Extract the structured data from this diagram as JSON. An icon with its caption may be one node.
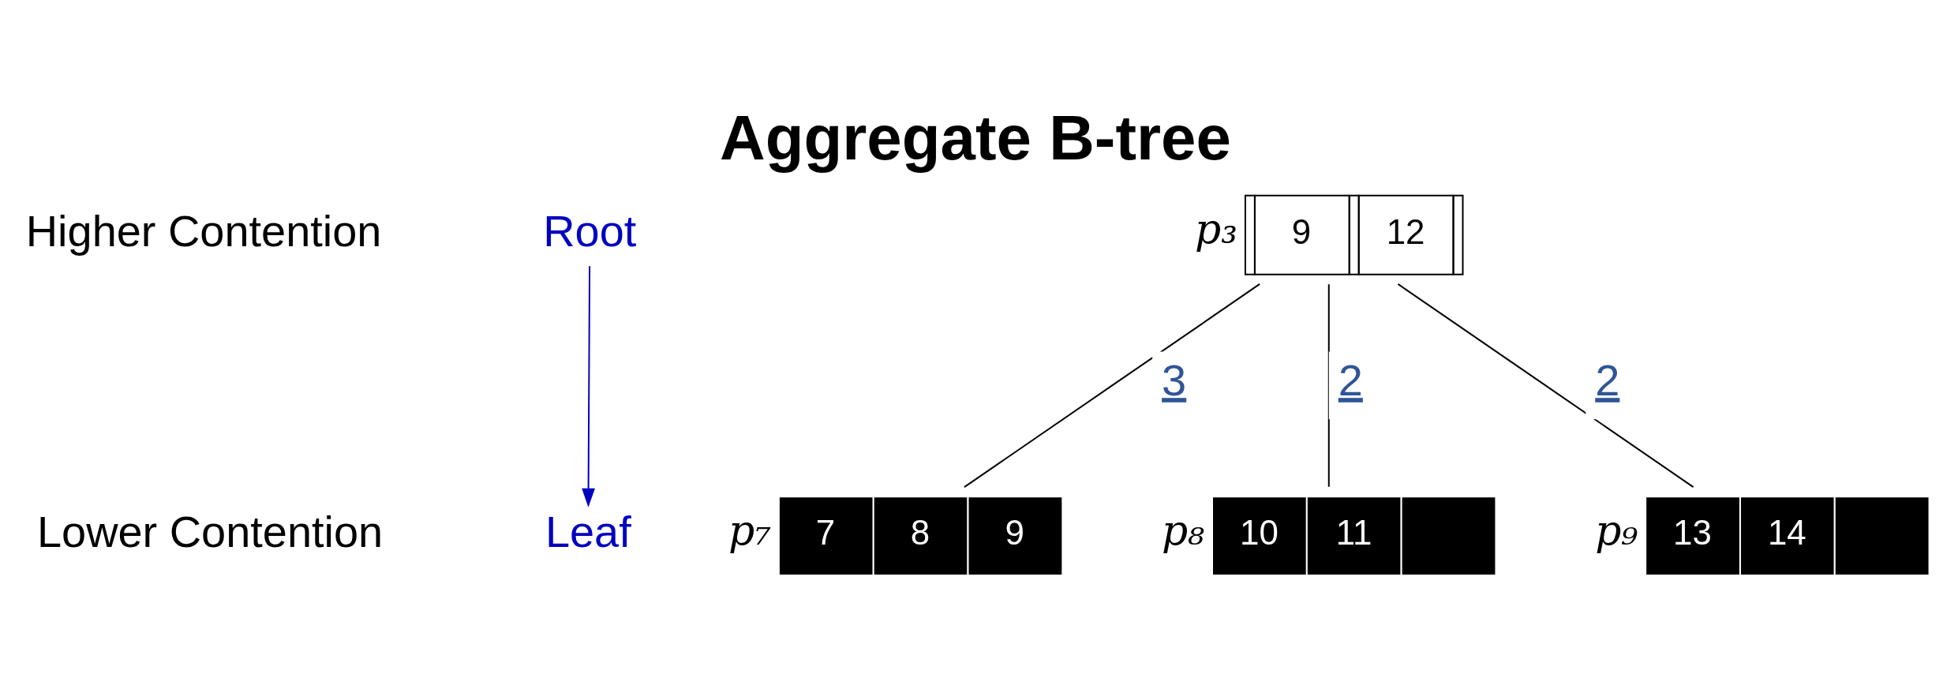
{
  "diagram": {
    "title": "Aggregate B-tree",
    "nodes": [
      {
        "text": [
          "Root"
        ]
      },
      {
        "text": [
          "Leaf"
        ]
      },
      {
        "text": [
          "9",
          "12"
        ],
        "beside": [
          "p₃"
        ]
      },
      {
        "text": [
          "7",
          "8",
          "9"
        ],
        "beside": [
          "p₇"
        ]
      },
      {
        "text": [
          "10",
          "11"
        ],
        "beside": [
          "p₈"
        ]
      },
      {
        "text": [
          "13",
          "14"
        ],
        "beside": [
          "p₉"
        ]
      }
    ],
    "edges": [
      {
        "from": 0,
        "to": 1,
        "arrow": "to",
        "color": "#0000c0"
      },
      {
        "from": 2,
        "to": 3,
        "arrow": "none",
        "label": "3"
      },
      {
        "from": 2,
        "to": 4,
        "arrow": "none",
        "label": "2"
      },
      {
        "from": 2,
        "to": 5,
        "arrow": "none",
        "label": "2"
      }
    ],
    "labels": [
      "Higher Contention",
      "Lower Contention"
    ]
  }
}
